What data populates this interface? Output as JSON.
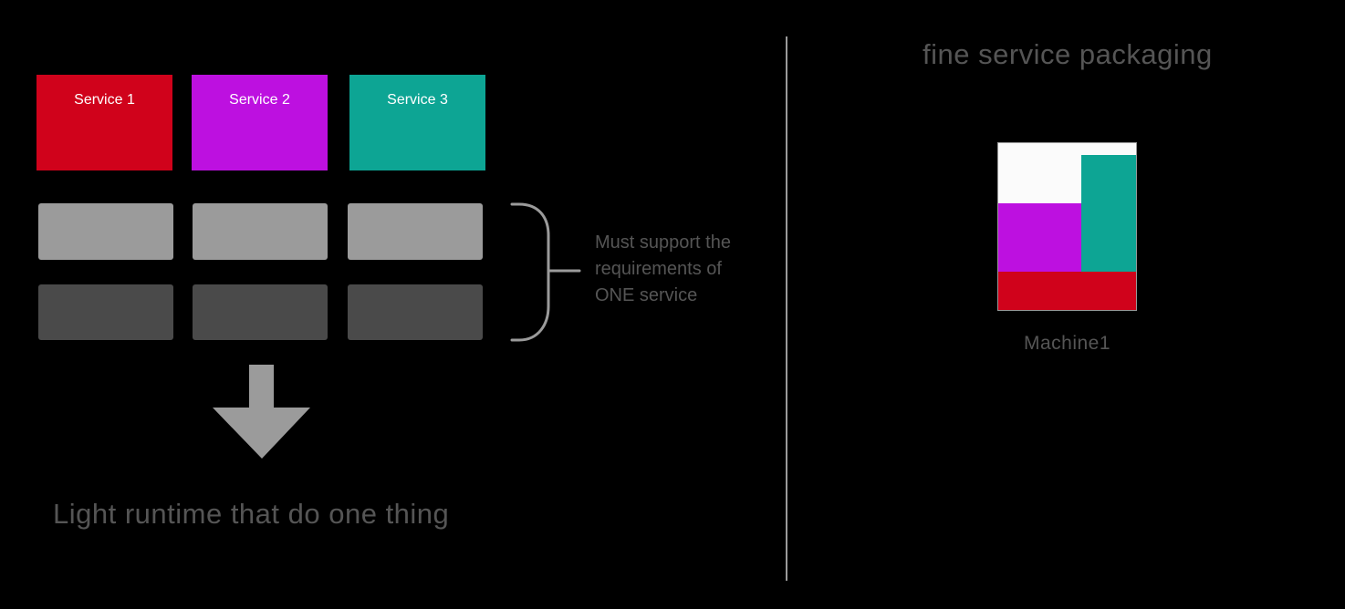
{
  "palette": {
    "background": "#000000",
    "red": "#d0021b",
    "magenta": "#bd10e0",
    "teal": "#0da594",
    "light_gray": "#9b9b9b",
    "dark_gray": "#4a4a4a",
    "text_gray": "#555555",
    "machine_fill": "#fbfbfb",
    "machine_border": "#979797"
  },
  "left_panel": {
    "services": [
      {
        "label": "Service 1",
        "color": "#d0021b"
      },
      {
        "label": "Service 2",
        "color": "#bd10e0"
      },
      {
        "label": "Service 3",
        "color": "#0da594"
      }
    ],
    "runtime_rows": {
      "light_color": "#9b9b9b",
      "dark_color": "#4a4a4a"
    },
    "bracket_color": "#9b9b9b",
    "annotation": {
      "lines": [
        "Must support the",
        "requirements of",
        "ONE service"
      ]
    },
    "arrow_color": "#9b9b9b",
    "caption": "Light runtime that do one thing"
  },
  "divider": {
    "color": "#9b9b9b"
  },
  "right_panel": {
    "title": "fine service packaging",
    "machine": {
      "label": "Machine1",
      "blocks": [
        {
          "name": "magenta-block",
          "color": "#bd10e0"
        },
        {
          "name": "teal-block",
          "color": "#0da594"
        },
        {
          "name": "red-block",
          "color": "#d0021b"
        }
      ]
    }
  }
}
